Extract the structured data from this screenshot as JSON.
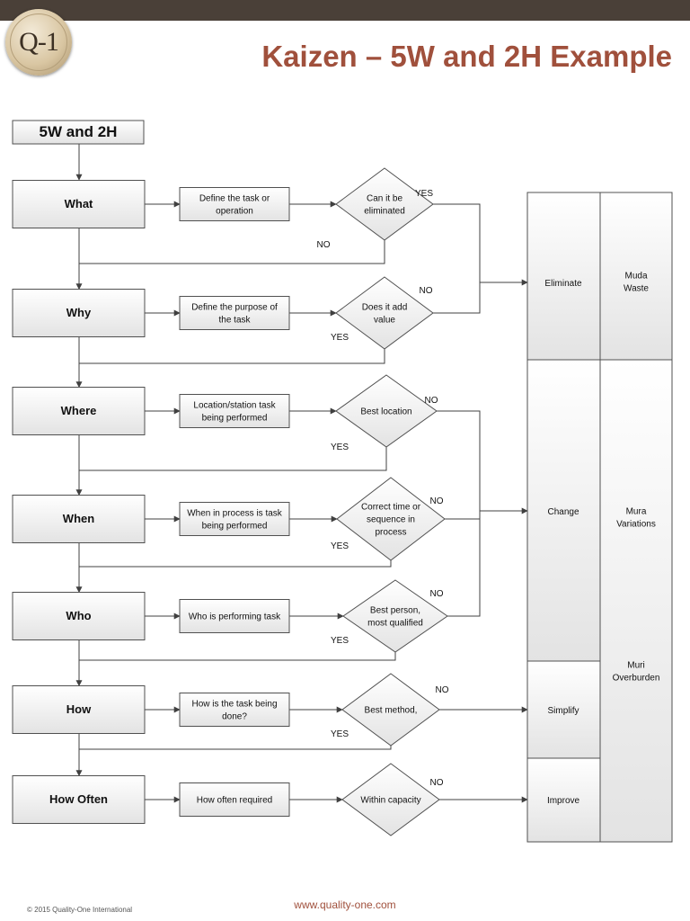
{
  "title": "Kaizen – 5W and 2H Example",
  "logo": "Q-1",
  "header_box": "5W and 2H",
  "rows": [
    {
      "q": "What",
      "desc": [
        "Define the task or",
        "operation"
      ],
      "decision": [
        "Can it be",
        "eliminated"
      ],
      "exit": "YES",
      "back": "NO"
    },
    {
      "q": "Why",
      "desc": [
        "Define  the purpose of",
        "the task"
      ],
      "decision": [
        "Does it add",
        "value"
      ],
      "exit": "NO",
      "back": "YES"
    },
    {
      "q": "Where",
      "desc": [
        "Location/station task",
        "being performed"
      ],
      "decision": [
        "Best location"
      ],
      "exit": "NO",
      "back": "YES"
    },
    {
      "q": "When",
      "desc": [
        "When in process is task",
        "being performed"
      ],
      "decision": [
        "Correct time or",
        "sequence in",
        "process"
      ],
      "exit": "NO",
      "back": "YES"
    },
    {
      "q": "Who",
      "desc": [
        "Who is performing task"
      ],
      "decision": [
        "Best person,",
        "most qualified"
      ],
      "exit": "NO",
      "back": "YES"
    },
    {
      "q": "How",
      "desc": [
        "How is the task being",
        "done?"
      ],
      "decision": [
        "Best method,"
      ],
      "exit": "NO",
      "back": "YES"
    },
    {
      "q": "How Often",
      "desc": [
        "How often required"
      ],
      "decision": [
        "Within capacity"
      ],
      "exit": "NO",
      "back": ""
    }
  ],
  "actions": [
    "Eliminate",
    "Change",
    "Simplify",
    "Improve"
  ],
  "wastes": [
    [
      "Muda",
      "Waste"
    ],
    [
      "Mura",
      "Variations"
    ],
    [
      "Muri",
      "Overburden"
    ]
  ],
  "colors": {
    "title": "#a0503c",
    "topbar": "#4a4038",
    "line": "#404040"
  },
  "footer": {
    "copyright": "© 2015 Quality-One International",
    "url": "www.quality-one.com"
  }
}
